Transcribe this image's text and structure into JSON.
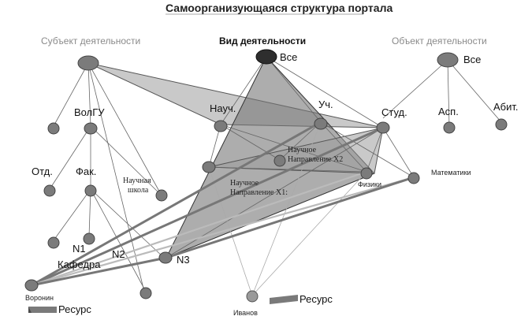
{
  "title": "Самоорганизующаяся структура портала",
  "headers": {
    "subject": "Субъект деятельности",
    "activity": "Вид деятельности",
    "object": "Объект деятельности"
  },
  "labels": {
    "vse_center": "Все",
    "vse_right": "Все",
    "volgu": "ВолГУ",
    "nauch": "Науч.",
    "uch": "Уч.",
    "stud": "Студ.",
    "asp": "Асп.",
    "abit": "Абит.",
    "otd": "Отд.",
    "fak": "Фак.",
    "nauch_shkola_1": "Научная",
    "nauch_shkola_2": "школа",
    "nauch_napr_x2_1": "Научное",
    "nauch_napr_x2_2": "Направление Х2",
    "nauch_napr_x1_1": "Научное",
    "nauch_napr_x1_2": "Направление Х1:",
    "fiziki": "Физики",
    "matematiki": "Математики",
    "n1": "N1",
    "n2": "N2",
    "n3": "N3",
    "kafedra": "Кафедра",
    "voronin": "Воронин",
    "ivanov": "Иванов",
    "resurs_left": "Ресурс",
    "resurs_right": "Ресурс"
  }
}
